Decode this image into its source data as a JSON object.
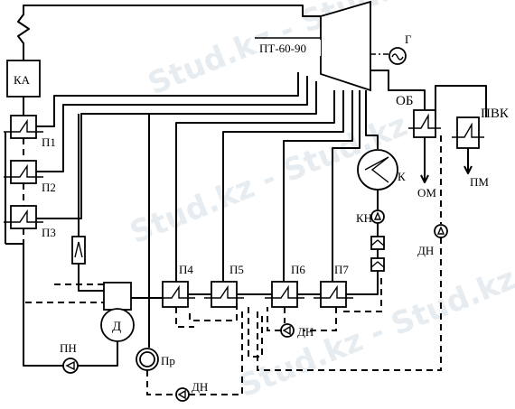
{
  "turbine": {
    "label": "ПТ-60-90"
  },
  "generator": {
    "label": "Г"
  },
  "boiler": {
    "label": "КА"
  },
  "hp_heaters": {
    "p1": "П1",
    "p2": "П2",
    "p3": "П3"
  },
  "lp_heaters": {
    "p4": "П4",
    "p5": "П5",
    "p6": "П6",
    "p7": "П7"
  },
  "condenser": {
    "label": "К"
  },
  "deaerator": {
    "label": "Д"
  },
  "main_heater": {
    "label": "ОБ"
  },
  "peak_boiler": {
    "label": "ПВК"
  },
  "pumps": {
    "condensate": "КН",
    "drain_right": "ДН",
    "drain_center": "ДН",
    "drain_bottom": "ДН",
    "feed": "ПН"
  },
  "expander": {
    "label": "Пр"
  },
  "outputs": {
    "return_water": "ОМ",
    "supply_water": "ПМ"
  },
  "watermark": {
    "text": "Stud.kz - Stud.kz"
  }
}
